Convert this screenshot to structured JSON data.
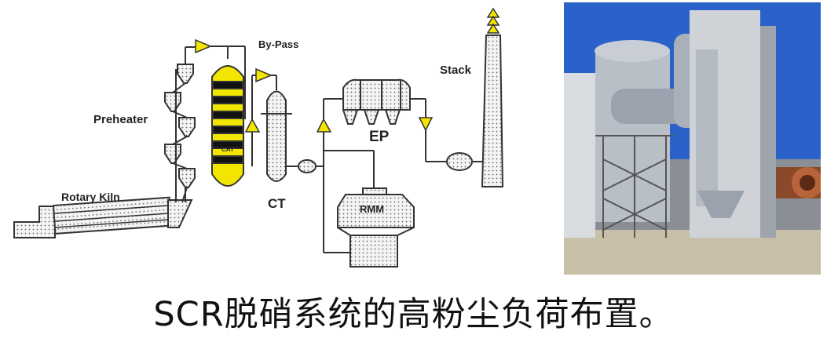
{
  "diagram": {
    "labels": {
      "bypass": "By-Pass",
      "preheater": "Preheater",
      "rotary_kiln": "Rotary Kiln",
      "cat": "CAT",
      "ct": "CT",
      "ep": "EP",
      "rmm": "RMM",
      "stack": "Stack"
    },
    "colors": {
      "accent": "#f2e600",
      "line": "#333333",
      "fill": "#eeeeee"
    }
  },
  "photo": {
    "description": "photo of SCR denitrification installation at cement plant"
  },
  "caption": "SCR脱硝系统的高粉尘负荷布置。"
}
